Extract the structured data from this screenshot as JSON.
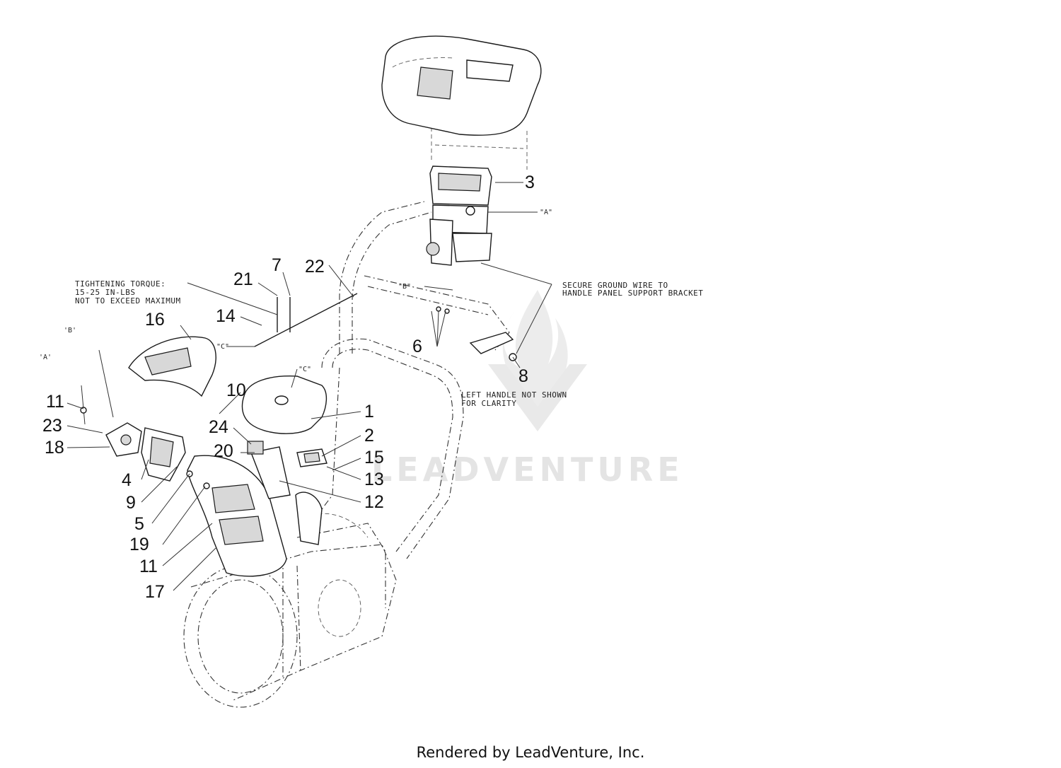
{
  "watermark": {
    "text": "LEADVENTURE",
    "color": "#e4e4e4"
  },
  "footer": {
    "text": "Rendered by LeadVenture, Inc."
  },
  "notes": {
    "torque_line1": "TIGHTENING TORQUE:",
    "torque_line2": "15-25 IN-LBS",
    "torque_line3": "NOT TO EXCEED MAXIMUM",
    "ground_line1": "SECURE GROUND WIRE TO",
    "ground_line2": "HANDLE PANEL SUPPORT BRACKET",
    "left_handle_line1": "LEFT HANDLE NOT SHOWN",
    "left_handle_line2": "FOR CLARITY"
  },
  "tags": {
    "a_right": "\"A\"",
    "b_right": "\"B\"",
    "c_upper": "\"C\"",
    "c_cover": "\"C\"",
    "a_left": "'A'",
    "b_left": "'B'"
  },
  "callouts": {
    "c1": "1",
    "c2": "2",
    "c3": "3",
    "c4": "4",
    "c5": "5",
    "c6": "6",
    "c7": "7",
    "c8": "8",
    "c9": "9",
    "c10": "10",
    "c11a": "11",
    "c11b": "11",
    "c12": "12",
    "c13": "13",
    "c14": "14",
    "c15": "15",
    "c16": "16",
    "c17": "17",
    "c18": "18",
    "c19": "19",
    "c20": "20",
    "c21": "21",
    "c22": "22",
    "c23": "23",
    "c24": "24"
  }
}
